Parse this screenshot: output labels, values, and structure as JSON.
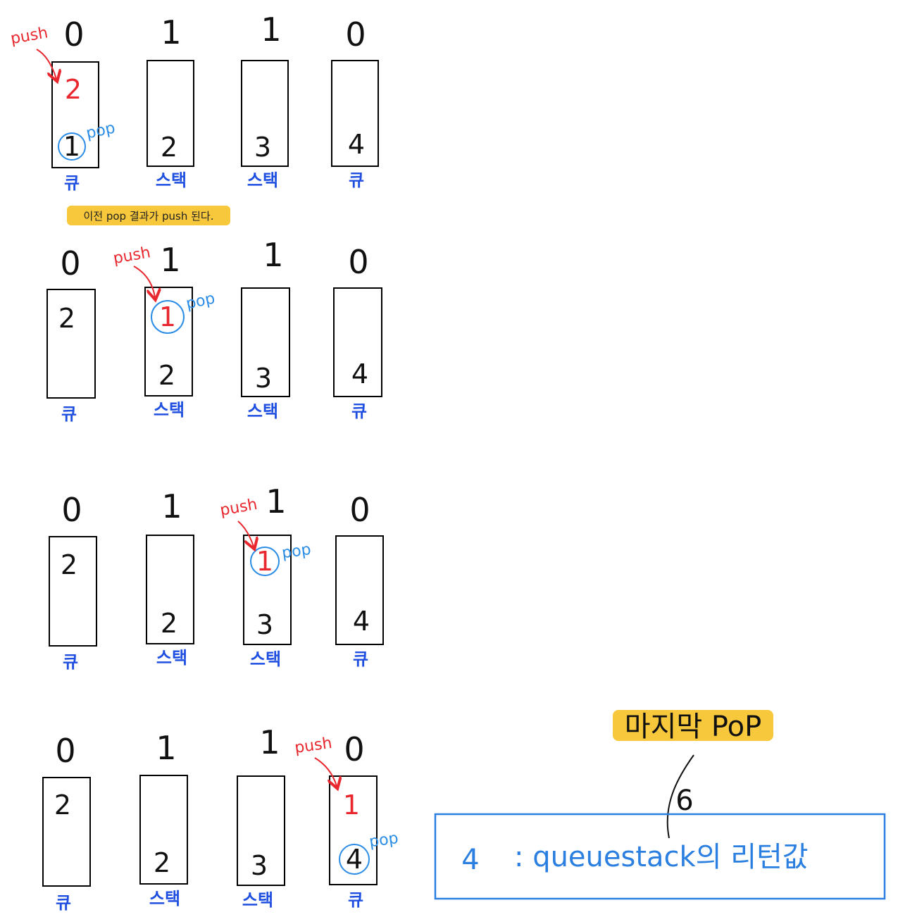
{
  "annotations": {
    "push": "push",
    "pop": "pop",
    "note": "이전 pop 결과가 push 된다.",
    "last_pop": "마지막 PoP",
    "result_value": "4",
    "result_text": ": queuestack의 리턴값",
    "final_arrow_value": "6"
  },
  "colors": {
    "push": "#e8282e",
    "pop": "#2b8de6",
    "label": "#1f4fe0",
    "highlight": "#f7c83b",
    "result_box": "#2b7fe0"
  },
  "steps": [
    {
      "columns": [
        {
          "flag": "0",
          "type": "큐",
          "top": "2",
          "top_color": "red",
          "bottom": "1",
          "bottom_circled": true
        },
        {
          "flag": "1",
          "type": "스택",
          "top": "",
          "bottom": "2"
        },
        {
          "flag": "1",
          "type": "스택",
          "top": "",
          "bottom": "3"
        },
        {
          "flag": "0",
          "type": "큐",
          "top": "",
          "bottom": "4"
        }
      ]
    },
    {
      "columns": [
        {
          "flag": "0",
          "type": "큐",
          "top": "2",
          "bottom": ""
        },
        {
          "flag": "1",
          "type": "스택",
          "top": "1",
          "top_color": "red",
          "top_circled": true,
          "bottom": "2"
        },
        {
          "flag": "1",
          "type": "스택",
          "top": "",
          "bottom": "3"
        },
        {
          "flag": "0",
          "type": "큐",
          "top": "",
          "bottom": "4"
        }
      ]
    },
    {
      "columns": [
        {
          "flag": "0",
          "type": "큐",
          "top": "2",
          "bottom": ""
        },
        {
          "flag": "1",
          "type": "스택",
          "top": "",
          "bottom": "2"
        },
        {
          "flag": "1",
          "type": "스택",
          "top": "1",
          "top_color": "red",
          "top_circled": true,
          "bottom": "3"
        },
        {
          "flag": "0",
          "type": "큐",
          "top": "",
          "bottom": "4"
        }
      ]
    },
    {
      "columns": [
        {
          "flag": "0",
          "type": "큐",
          "top": "2",
          "bottom": ""
        },
        {
          "flag": "1",
          "type": "스택",
          "top": "",
          "bottom": "2"
        },
        {
          "flag": "1",
          "type": "스택",
          "top": "",
          "bottom": "3"
        },
        {
          "flag": "0",
          "type": "큐",
          "top": "1",
          "top_color": "red",
          "bottom": "4",
          "bottom_circled": true
        }
      ]
    }
  ]
}
